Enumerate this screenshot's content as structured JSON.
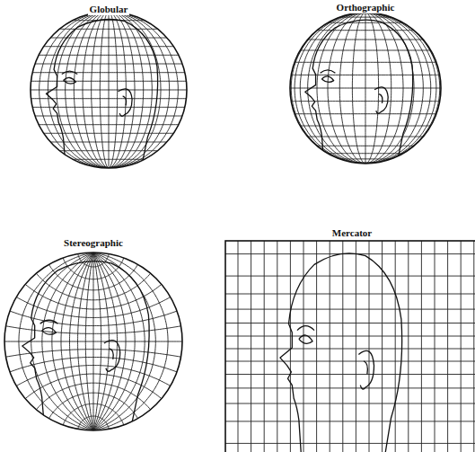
{
  "diagram": {
    "labels": [
      "Globular",
      "Orthographic",
      "Stereographic",
      "Mercator"
    ]
  }
}
